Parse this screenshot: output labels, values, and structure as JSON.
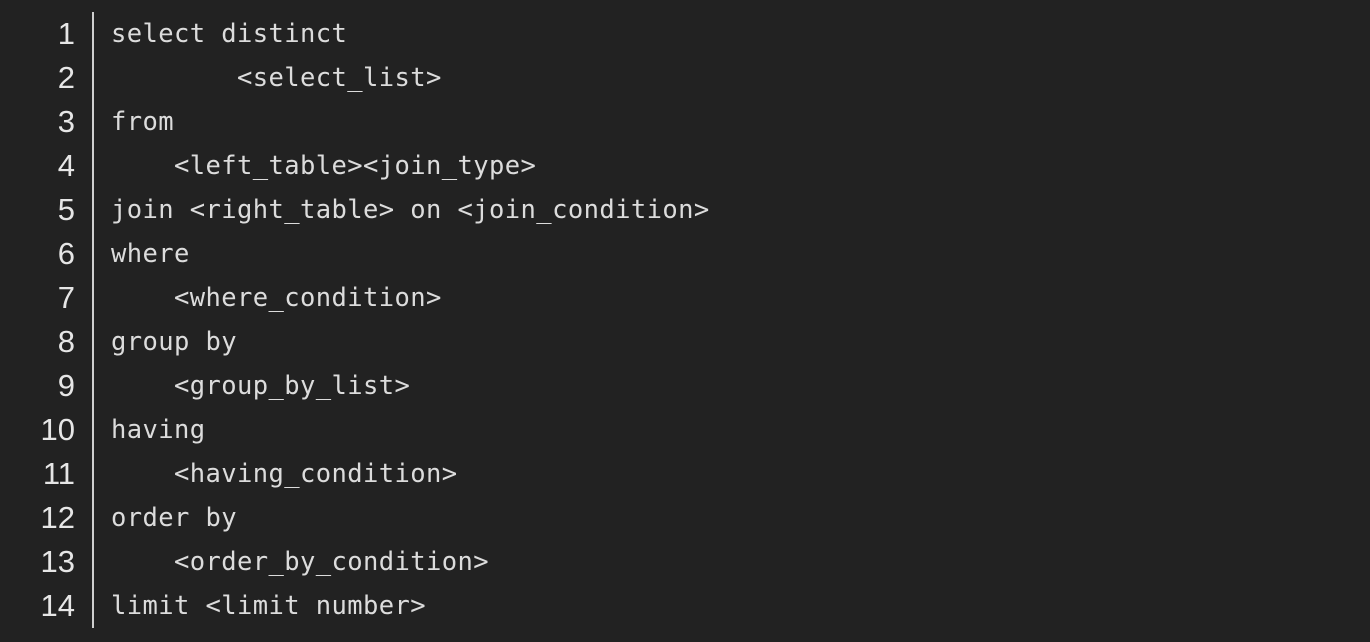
{
  "lines": [
    {
      "number": "1",
      "text": "select distinct"
    },
    {
      "number": "2",
      "text": "        <select_list>"
    },
    {
      "number": "3",
      "text": "from"
    },
    {
      "number": "4",
      "text": "    <left_table><join_type>"
    },
    {
      "number": "5",
      "text": "join <right_table> on <join_condition>"
    },
    {
      "number": "6",
      "text": "where"
    },
    {
      "number": "7",
      "text": "    <where_condition>"
    },
    {
      "number": "8",
      "text": "group by"
    },
    {
      "number": "9",
      "text": "    <group_by_list>"
    },
    {
      "number": "10",
      "text": "having"
    },
    {
      "number": "11",
      "text": "    <having_condition>"
    },
    {
      "number": "12",
      "text": "order by"
    },
    {
      "number": "13",
      "text": "    <order_by_condition>"
    },
    {
      "number": "14",
      "text": "limit <limit number>"
    }
  ]
}
